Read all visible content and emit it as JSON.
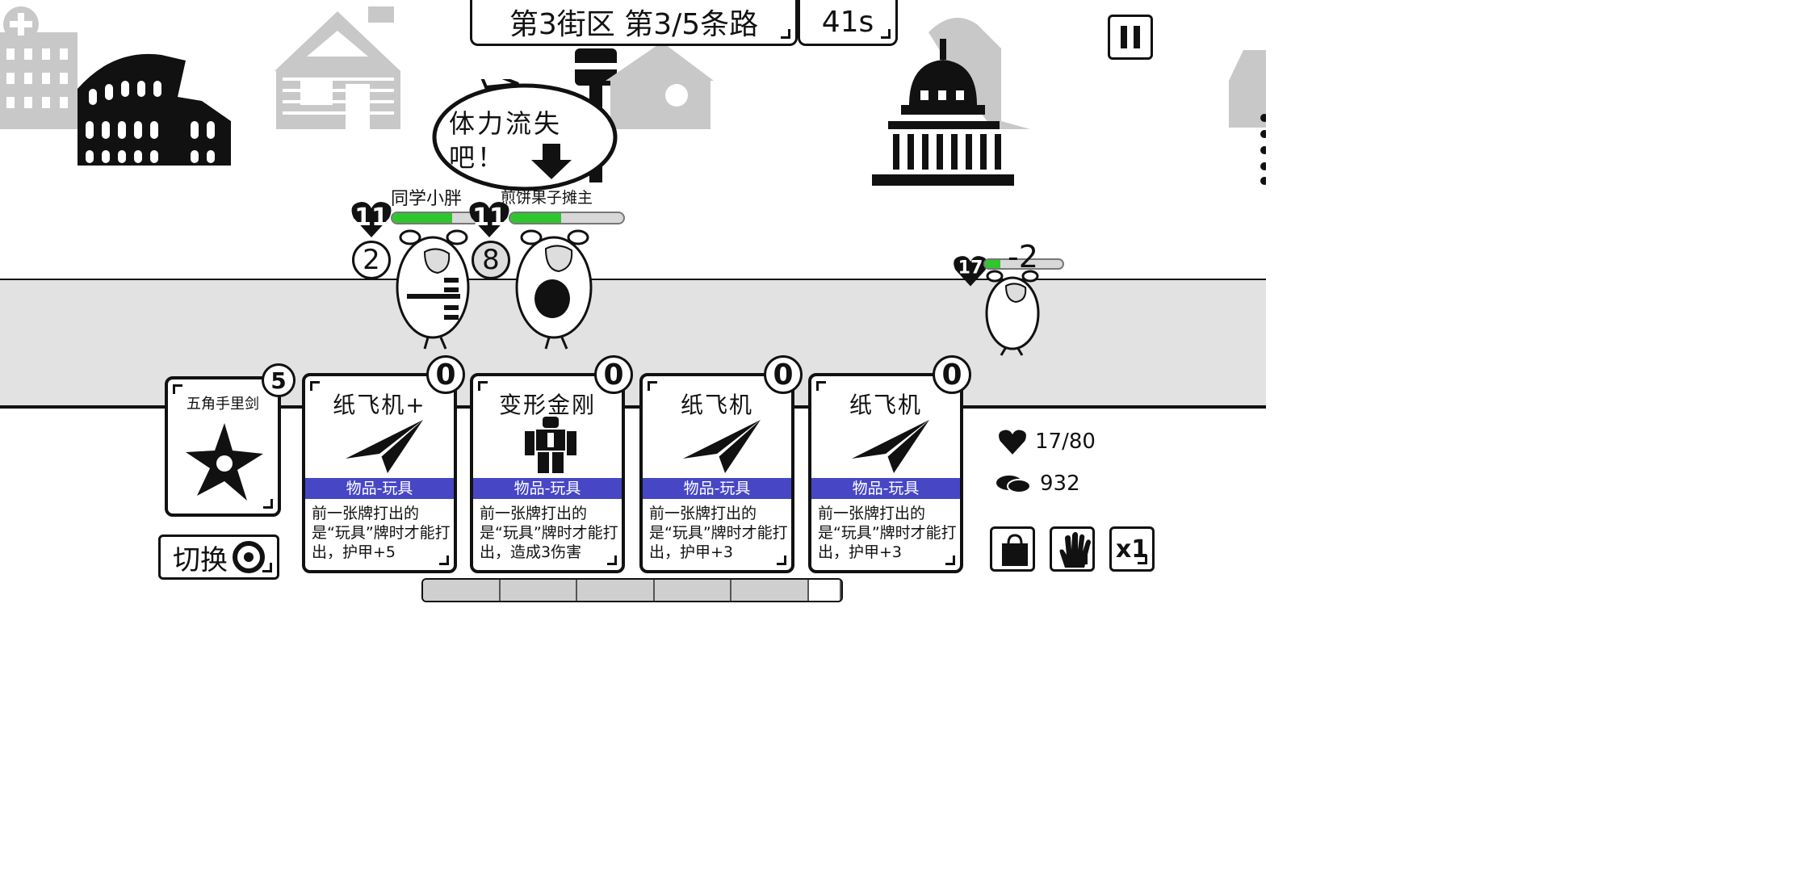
{
  "hud": {
    "stage_label": "第3街区 第3/5条路",
    "timer": "41s"
  },
  "speech_bubble": {
    "text": "体力流失吧！"
  },
  "enemies": [
    {
      "name": "同学小胖",
      "heart": "11",
      "counter": "2",
      "hp_fraction": 0.6
    },
    {
      "name": "煎饼果子摊主",
      "heart": "11",
      "counter": "8",
      "hp_fraction": 0.45
    }
  ],
  "player": {
    "heart": "17",
    "damage_popup": "-2",
    "hp_fraction": 0.2
  },
  "deck": {
    "card_name": "五角手里剑",
    "count": "5"
  },
  "switch_button": {
    "label": "切换"
  },
  "hand": [
    {
      "cost": "0",
      "title": "纸飞机+",
      "tag": "物品-玩具",
      "desc": "前一张牌打出的是“玩具”牌时才能打出，护甲+5",
      "art": "paper-plane"
    },
    {
      "cost": "0",
      "title": "变形金刚",
      "tag": "物品-玩具",
      "desc": "前一张牌打出的是“玩具”牌时才能打出，造成3伤害",
      "art": "robot"
    },
    {
      "cost": "0",
      "title": "纸飞机",
      "tag": "物品-玩具",
      "desc": "前一张牌打出的是“玩具”牌时才能打出，护甲+3",
      "art": "paper-plane"
    },
    {
      "cost": "0",
      "title": "纸飞机",
      "tag": "物品-玩具",
      "desc": "前一张牌打出的是“玩具”牌时才能打出，护甲+3",
      "art": "paper-plane"
    }
  ],
  "stats": {
    "health": "17/80",
    "coins": "932"
  },
  "controls": {
    "speed": "x1"
  },
  "turn_progress": {
    "segments_total": 5,
    "segments_done": 5,
    "partial_last": true
  },
  "colors": {
    "card_tag": "#4747c5",
    "hp_fill": "#2fc52f",
    "road": "#e2e2e2"
  }
}
